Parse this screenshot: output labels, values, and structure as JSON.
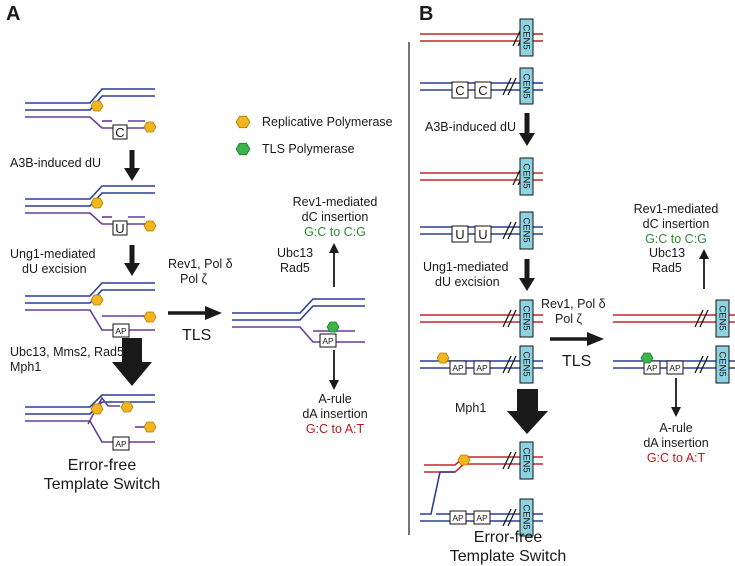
{
  "panels": {
    "a": "A",
    "b": "B"
  },
  "legend": {
    "replicative": "Replicative Polymerase",
    "tls": "TLS Polymerase"
  },
  "colors": {
    "blue_strand": "#2a3d9a",
    "purple_strand": "#6a3a9a",
    "red_strand": "#c0282d",
    "replicative_polymerase": "#f2b51c",
    "tls_polymerase": "#3cb44a",
    "centromere": "#8fd3e3",
    "green_text": "#2e8b2e",
    "red_text": "#b01c1c"
  },
  "bases": {
    "c": "C",
    "u": "U",
    "ap": "AP",
    "cen": "CEN5"
  },
  "panel_a": {
    "step1": "A3B-induced dU",
    "step2_line1": "Ung1-mediated",
    "step2_line2": "dU excision",
    "tls_factors_line1": "Rev1, Pol δ",
    "tls_factors_line2": "Pol ζ",
    "tls": "TLS",
    "ts_factors_line1": "Ubc13, Mms2, Rad5",
    "ts_factors_line2": "Mph1",
    "outcome_line1": "Error-free",
    "outcome_line2": "Template Switch",
    "ubc13": "Ubc13",
    "rad5": "Rad5",
    "rev1_line1": "Rev1-mediated",
    "rev1_line2": "dC insertion",
    "rev1_result": "G:C to C:G",
    "arule_line1": "A-rule",
    "arule_line2": "dA insertion",
    "arule_result": "G:C to A:T"
  },
  "panel_b": {
    "step1": "A3B-induced dU",
    "step2_line1": "Ung1-mediated",
    "step2_line2": "dU excision",
    "tls_factors_line1": "Rev1, Pol δ",
    "tls_factors_line2": "Pol ζ",
    "tls": "TLS",
    "mph1": "Mph1",
    "outcome_line1": "Error-free",
    "outcome_line2": "Template Switch",
    "ubc13": "Ubc13",
    "rad5": "Rad5",
    "rev1_line1": "Rev1-mediated",
    "rev1_line2": "dC insertion",
    "rev1_result": "G:C to C:G",
    "arule_line1": "A-rule",
    "arule_line2": "dA insertion",
    "arule_result": "G:C to A:T"
  }
}
